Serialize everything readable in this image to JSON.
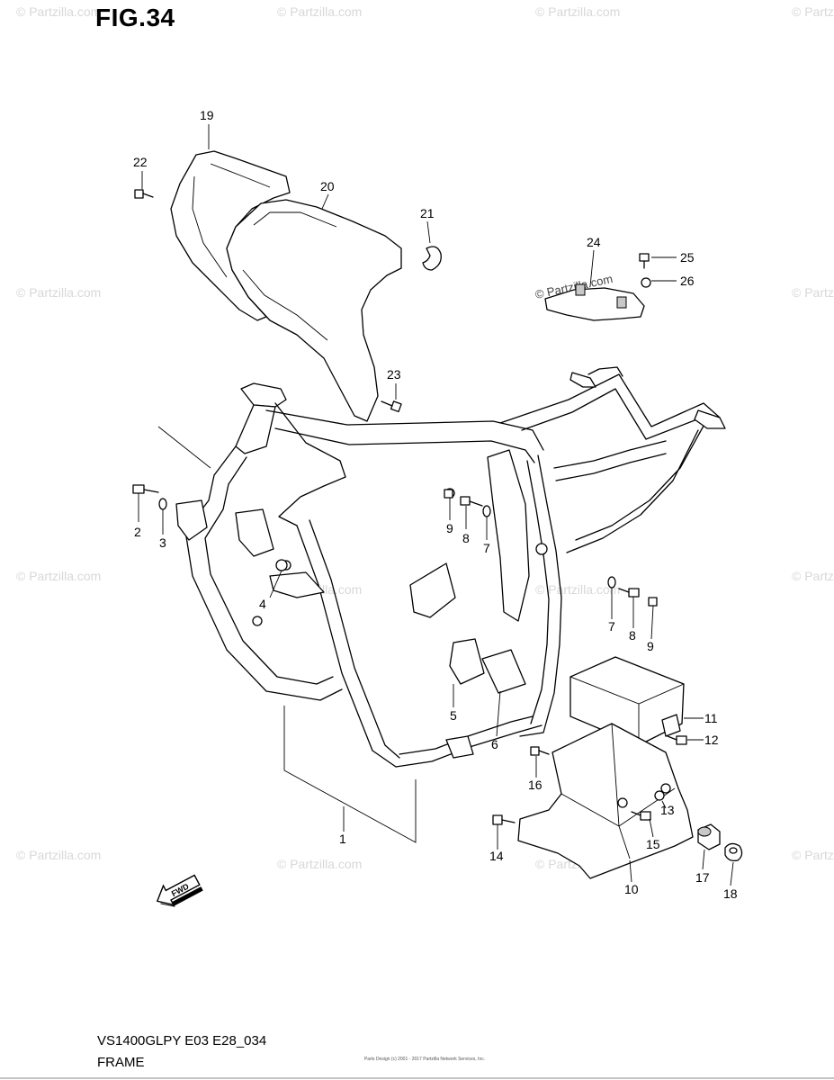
{
  "figure": {
    "title": "FIG.34"
  },
  "footer": {
    "model": "VS1400GLPY E03 E28_034",
    "section": "FRAME",
    "fine_print": "Parts Design (c) 2001 - 2017 Partzilla Network Services, Inc."
  },
  "watermark": {
    "text": "© Partzilla.com"
  },
  "fwd_label": "FWD",
  "parts": [
    {
      "id": "p1",
      "number": "1"
    },
    {
      "id": "p2",
      "number": "2"
    },
    {
      "id": "p3",
      "number": "3"
    },
    {
      "id": "p4",
      "number": "4"
    },
    {
      "id": "p5",
      "number": "5"
    },
    {
      "id": "p6",
      "number": "6"
    },
    {
      "id": "p7a",
      "number": "7"
    },
    {
      "id": "p7b",
      "number": "7"
    },
    {
      "id": "p8a",
      "number": "8"
    },
    {
      "id": "p8b",
      "number": "8"
    },
    {
      "id": "p9a",
      "number": "9"
    },
    {
      "id": "p9b",
      "number": "9"
    },
    {
      "id": "p10",
      "number": "10"
    },
    {
      "id": "p11",
      "number": "11"
    },
    {
      "id": "p12",
      "number": "12"
    },
    {
      "id": "p13",
      "number": "13"
    },
    {
      "id": "p14",
      "number": "14"
    },
    {
      "id": "p15",
      "number": "15"
    },
    {
      "id": "p16",
      "number": "16"
    },
    {
      "id": "p17",
      "number": "17"
    },
    {
      "id": "p18",
      "number": "18"
    },
    {
      "id": "p19",
      "number": "19"
    },
    {
      "id": "p20",
      "number": "20"
    },
    {
      "id": "p21",
      "number": "21"
    },
    {
      "id": "p22",
      "number": "22"
    },
    {
      "id": "p23",
      "number": "23"
    },
    {
      "id": "p24",
      "number": "24"
    },
    {
      "id": "p25",
      "number": "25"
    },
    {
      "id": "p26",
      "number": "26"
    }
  ]
}
